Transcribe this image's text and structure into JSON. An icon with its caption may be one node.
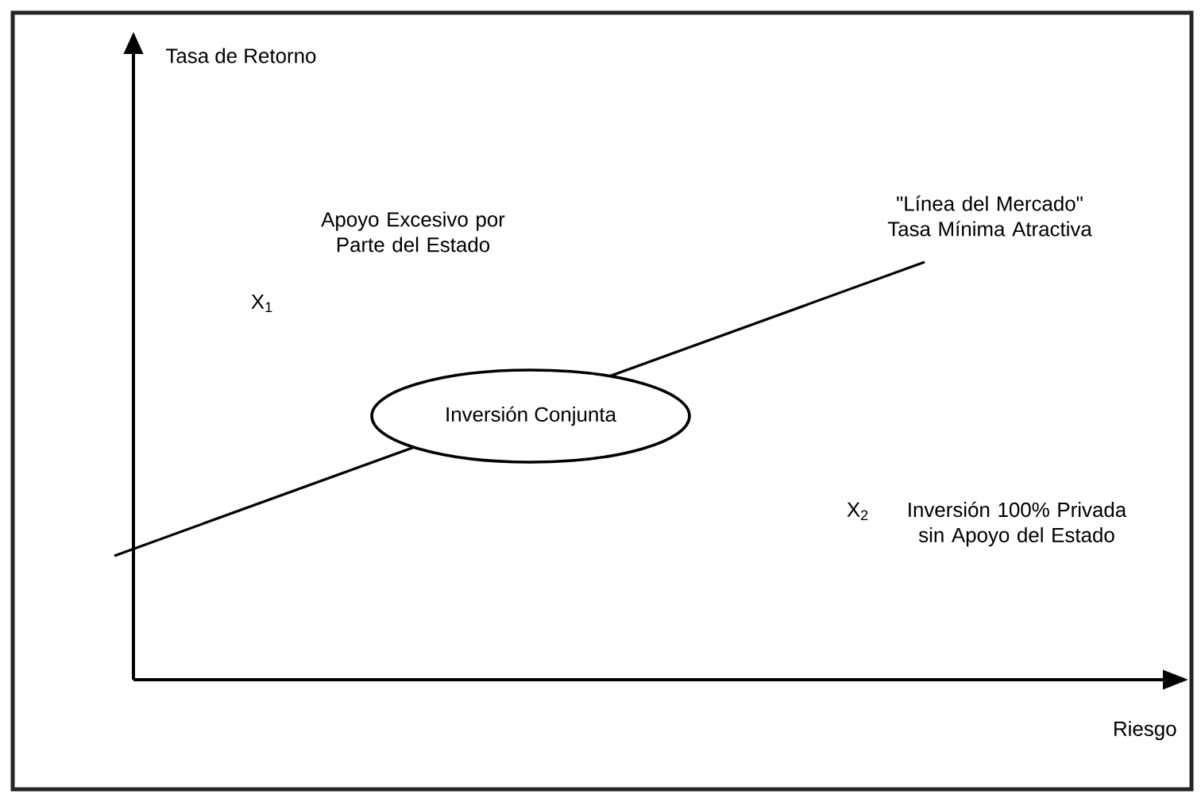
{
  "diagram": {
    "nodes": [
      {
        "text": [
          "Inversión Conjunta"
        ]
      }
    ],
    "labels": [
      "Tasa de Retorno",
      "Apoyo Excesivo por Parte del Estado",
      "\"Línea del Mercado\" Tasa Mínima Atractiva",
      "X$_{1}$",
      "Inversión 100% Privada sin Apoyo del Estado",
      "X$_{2}$",
      "Riesgo"
    ]
  }
}
